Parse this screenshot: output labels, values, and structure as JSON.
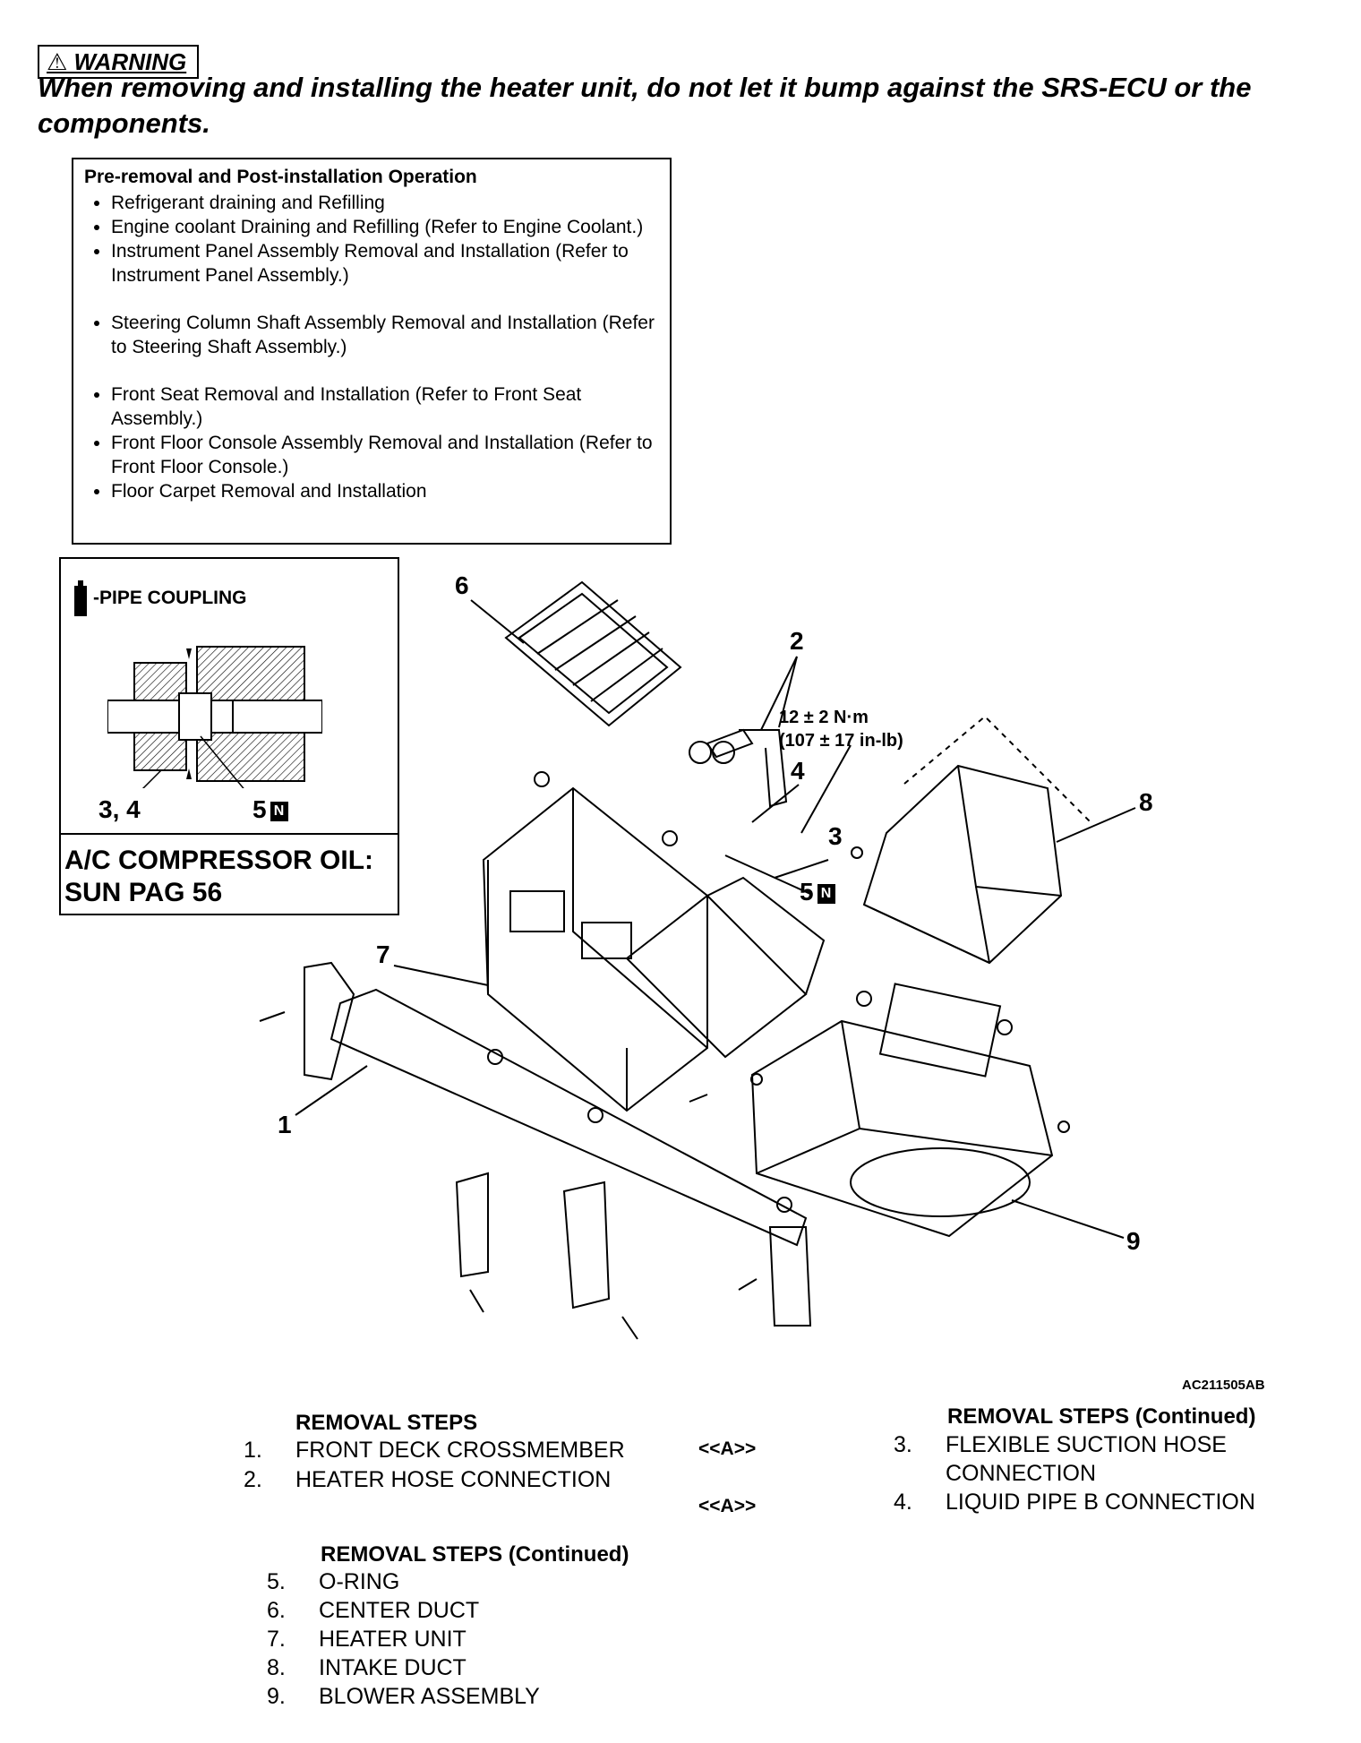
{
  "warning": {
    "label": "⚠ WARNING",
    "text": "When removing and installing the heater unit, do not let it bump against the SRS-ECU or the components."
  },
  "pre_removal": {
    "title": "Pre-removal and Post-installation Operation",
    "items": [
      "Refrigerant draining and Refilling",
      "Engine coolant Draining and Refilling (Refer to Engine Coolant.)",
      "Instrument Panel Assembly Removal and Installation (Refer to Instrument Panel Assembly.)",
      "Steering Column Shaft Assembly Removal and Installation (Refer to Steering Shaft Assembly.)",
      "Front Seat Removal and Installation (Refer to Front Seat Assembly.)",
      "Front Floor Console Assembly Removal and Installation (Refer to Front Floor Console.)",
      "Floor Carpet Removal and Installation"
    ]
  },
  "pipe_coupling": {
    "title": "-PIPE COUPLING",
    "callout_left": "3, 4",
    "callout_right": "5",
    "n_mark": "N",
    "oil_line1": "A/C COMPRESSOR OIL:",
    "oil_line2": "SUN PAG 56"
  },
  "diagram": {
    "callouts": [
      "1",
      "2",
      "3",
      "4",
      "5",
      "6",
      "7",
      "8",
      "9"
    ],
    "torque_line1": "12 ± 2 N·m",
    "torque_line2": "(107 ± 17 in-lb)",
    "n_mark": "N",
    "figure_id": "AC211505AB"
  },
  "steps_a": {
    "heading": "REMOVAL STEPS",
    "items": [
      {
        "num": "1.",
        "label": "FRONT DECK CROSSMEMBER"
      },
      {
        "num": "2.",
        "label": "HEATER HOSE CONNECTION"
      }
    ]
  },
  "steps_b": {
    "heading": "REMOVAL STEPS (Continued)",
    "refs": [
      "<<A>>",
      "<<A>>"
    ],
    "items": [
      {
        "num": "3.",
        "label": "FLEXIBLE SUCTION HOSE",
        "label2": "CONNECTION"
      },
      {
        "num": "4.",
        "label": "LIQUID PIPE B CONNECTION"
      }
    ]
  },
  "steps_c": {
    "heading": "REMOVAL STEPS (Continued)",
    "items": [
      {
        "num": "5.",
        "label": "O-RING"
      },
      {
        "num": "6.",
        "label": "CENTER DUCT"
      },
      {
        "num": "7.",
        "label": "HEATER UNIT"
      },
      {
        "num": "8.",
        "label": "INTAKE DUCT"
      },
      {
        "num": "9.",
        "label": "BLOWER ASSEMBLY"
      }
    ]
  }
}
